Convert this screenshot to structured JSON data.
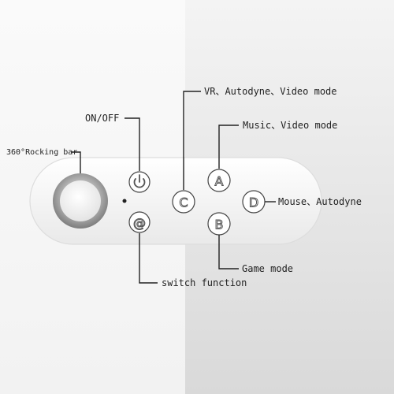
{
  "labels": {
    "rocking_bar": "360°Rocking bar",
    "on_off": "ON/OFF",
    "vr_mode": "VR、Autodyne、Video mode",
    "music_mode": "Music、Video mode",
    "mouse_mode": "Mouse、Autodyne",
    "game_mode": "Game mode",
    "switch_function": "switch function"
  },
  "buttons": {
    "a": "A",
    "b": "B",
    "c": "C",
    "d": "D",
    "at": "@"
  },
  "colors": {
    "line": "#222222",
    "body": "#f7f7f7",
    "button_fill": "#ffffff",
    "button_stroke": "#444444",
    "joystick_ring": "#8c8c8c"
  }
}
